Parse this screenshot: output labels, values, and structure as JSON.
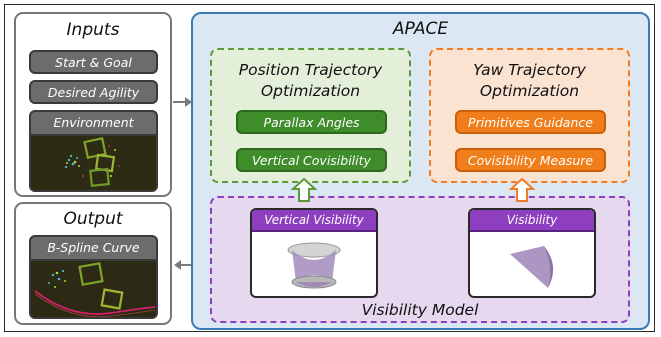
{
  "inputs": {
    "title": "Inputs",
    "items": [
      "Start & Goal",
      "Desired Agility"
    ],
    "environment_label": "Environment"
  },
  "output": {
    "title": "Output",
    "curve_label": "B-Spline Curve"
  },
  "apace": {
    "title": "APACE",
    "position_opt": {
      "title_line1": "Position Trajectory",
      "title_line2": "Optimization",
      "items": [
        "Parallax Angles",
        "Vertical Covisibility"
      ]
    },
    "yaw_opt": {
      "title_line1": "Yaw Trajectory",
      "title_line2": "Optimization",
      "items": [
        "Primitives Guidance",
        "Covisibility Measure"
      ]
    },
    "visibility_model": {
      "title": "Visibility Model",
      "vertical_visibility_label": "Vertical Visibility",
      "visibility_label": "Visibility"
    }
  },
  "colors": {
    "apace_fill": "#dbe8f4",
    "apace_border": "#3a7bb5",
    "position_fill": "#e4efd9",
    "position_border": "#5b9a3c",
    "yaw_fill": "#fbe3d2",
    "yaw_border": "#ee7d2a",
    "visibility_fill": "#e6d8ef",
    "visibility_border": "#8e3fbf"
  }
}
